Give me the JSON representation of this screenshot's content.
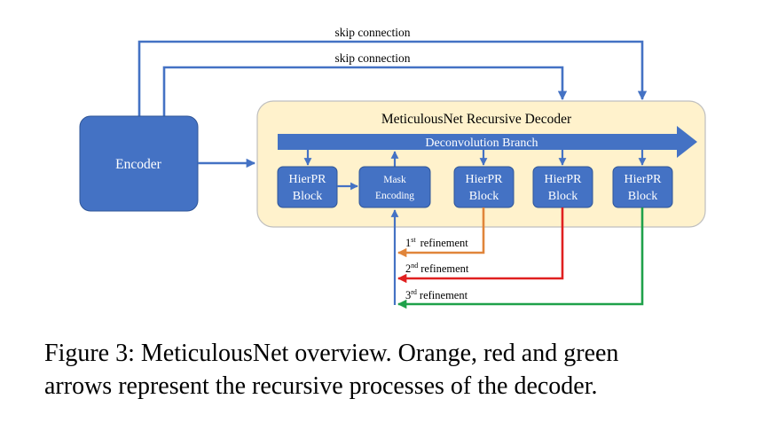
{
  "diagram": {
    "skip_label_top": "skip connection",
    "skip_label_bottom": "skip connection",
    "encoder": "Encoder",
    "decoder_title": "MeticulousNet Recursive Decoder",
    "deconv_branch": "Deconvolution Branch",
    "hierpr_line1": "HierPR",
    "hierpr_line2": "Block",
    "mask_line1": "Mask",
    "mask_line2": "Encoding",
    "refinements": [
      {
        "num": "1",
        "sup": "st",
        "label": "refinement",
        "color": "#E0853A"
      },
      {
        "num": "2",
        "sup": "nd",
        "label": "refinement",
        "color": "#E02020"
      },
      {
        "num": "3",
        "sup": "rd",
        "label": "refinement",
        "color": "#1FA14A"
      }
    ],
    "colors": {
      "block_fill": "#4472C4",
      "block_stroke": "#2F5597",
      "arrow_blue": "#4472C4",
      "decoder_fill": "#FFF2CC",
      "decoder_stroke": "#BFBFBF"
    }
  },
  "caption": {
    "line1": "Figure 3: MeticulousNet overview. Orange, red and green",
    "line2": "arrows represent the recursive processes of the decoder."
  }
}
